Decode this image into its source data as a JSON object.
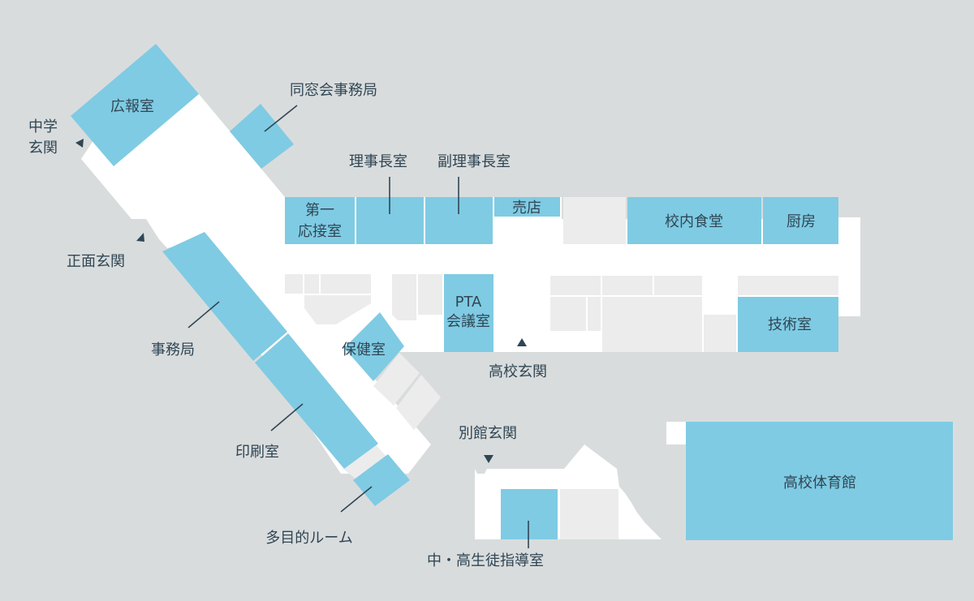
{
  "colors": {
    "background": "#d9dcdd",
    "corridor": "#ffffff",
    "room_highlight": "#7fcbe3",
    "room_other": "#ececec",
    "text": "#2f4654"
  },
  "rooms": {
    "koho": "広報室",
    "dosokai": "同窓会事務局",
    "rijicho": "理事長室",
    "fukurijicho": "副理事長室",
    "daiichi_1": "第一",
    "daiichi_2": "応接室",
    "baiten": "売店",
    "shokudo": "校内食堂",
    "chubo": "厨房",
    "pta_1": "PTA",
    "pta_2": "会議室",
    "hokenshitsu": "保健室",
    "gijutsu": "技術室",
    "jimukyoku": "事務局",
    "insatsu": "印刷室",
    "tamokuteki": "多目的ルーム",
    "shido": "中・高生徒指導室",
    "taiikukan": "高校体育館"
  },
  "entrances": {
    "chugaku_1": "中学",
    "chugaku_2": "玄関",
    "shomen": "正面玄関",
    "koko": "高校玄関",
    "bekkan": "別館玄関"
  }
}
